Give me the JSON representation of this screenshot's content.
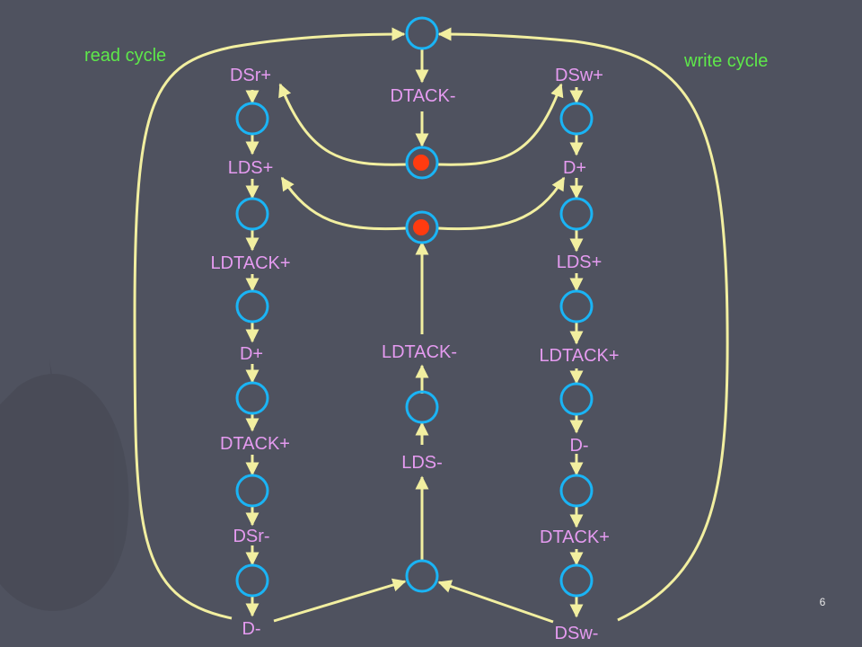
{
  "slide": {
    "page_number": "6",
    "colors": {
      "background": "#4f525f",
      "place": "#1ab4f5",
      "arc": "#f2efa0",
      "transition_label": "#e59bf0",
      "cycle_label": "#5ee84a",
      "token": "#ff3b10"
    }
  },
  "cycles": {
    "read": "read cycle",
    "write": "write cycle"
  },
  "labels": {
    "read": {
      "dsr_plus": "DSr+",
      "lds_plus": "LDS+",
      "ldtack_plus": "LDTACK+",
      "d_plus": "D+",
      "dtack_plus": "DTACK+",
      "dsr_minus": "DSr-",
      "d_minus": "D-"
    },
    "center": {
      "dtack_minus": "DTACK-",
      "ldtack_minus": "LDTACK-",
      "lds_minus": "LDS-"
    },
    "write": {
      "dsw_plus": "DSw+",
      "d_plus": "D+",
      "lds_plus": "LDS+",
      "ldtack_plus": "LDTACK+",
      "d_minus": "D-",
      "dtack_plus": "DTACK+",
      "dsw_minus": "DSw-"
    }
  }
}
